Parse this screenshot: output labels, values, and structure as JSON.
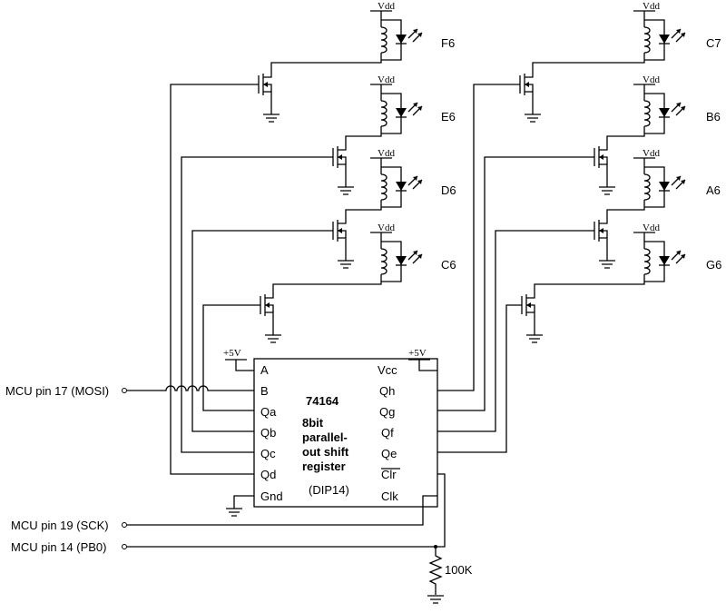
{
  "chip": {
    "part": "74164",
    "desc1": "8bit",
    "desc2": "parallel-",
    "desc3": "out shift",
    "desc4": "register",
    "package": "(DIP14)",
    "pins_left": [
      "A",
      "B",
      "Qa",
      "Qb",
      "Qc",
      "Qd",
      "Gnd"
    ],
    "pins_right": [
      "Vcc",
      "Qh",
      "Qg",
      "Qf",
      "Qe",
      "Clr",
      "Clk"
    ]
  },
  "supply": {
    "plus5v": "+5V",
    "vdd": "Vdd"
  },
  "mcu": {
    "mosi": "MCU pin 17 (MOSI)",
    "sck": "MCU pin 19 (SCK)",
    "pb0": "MCU pin 14 (PB0)"
  },
  "resistor": {
    "value": "100K"
  },
  "leds": {
    "left": [
      "F6",
      "E6",
      "D6",
      "C6"
    ],
    "right": [
      "C7",
      "B6",
      "A6",
      "G6"
    ]
  }
}
